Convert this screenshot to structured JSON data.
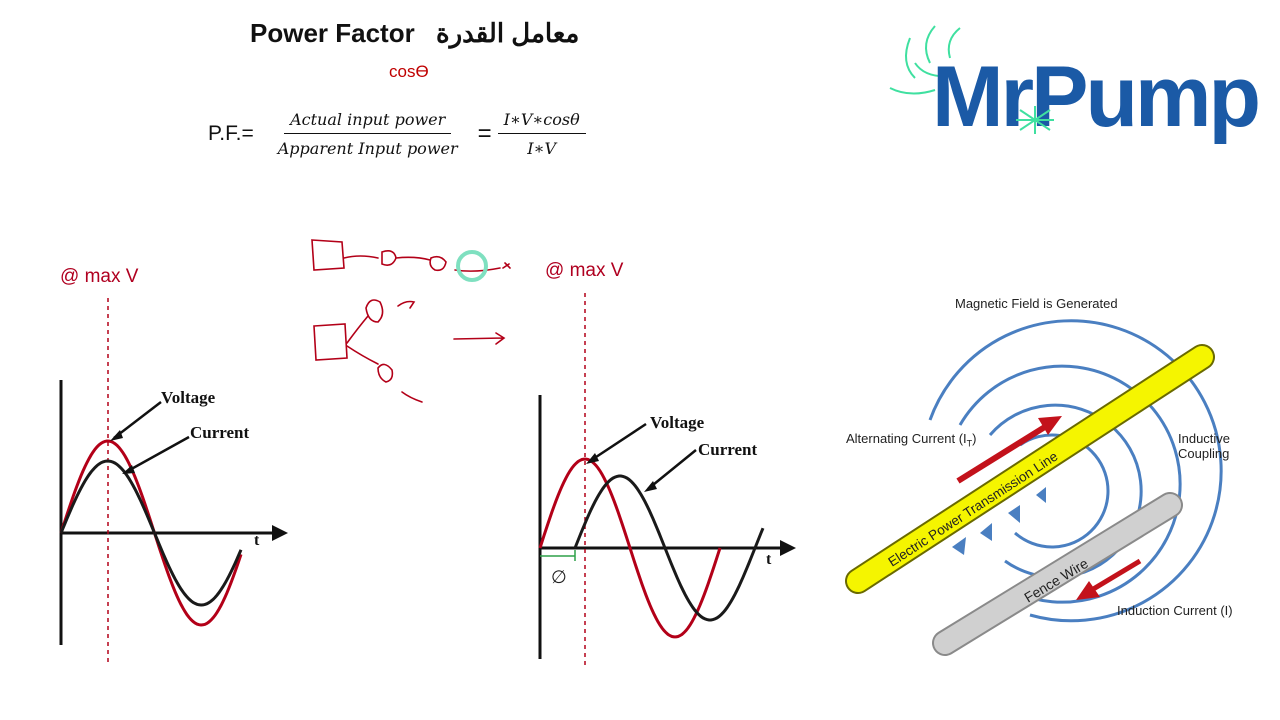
{
  "header": {
    "title_en": "Power Factor",
    "title_ar": "معامل القدرة",
    "subtitle": "cosϴ"
  },
  "formula": {
    "lhs": "P.F.=",
    "frac1_num": "Actual input power",
    "frac1_den": "Apparent Input power",
    "eq": "=",
    "frac2_num": "I∗V∗cosθ",
    "frac2_den": "I∗V"
  },
  "left_graph": {
    "marker": "@ max V",
    "voltage_label": "Voltage",
    "current_label": "Current",
    "t_label": "t"
  },
  "right_graph": {
    "marker": "@ max V",
    "voltage_label": "Voltage",
    "current_label": "Current",
    "t_label": "t",
    "phase_label": "∅"
  },
  "logo": {
    "text": "MrPump"
  },
  "induction": {
    "magnetic_field": "Magnetic Field is Generated",
    "alt_current": "Alternating Current (I",
    "alt_current_sub": "T",
    "alt_current_end": ")",
    "inductive_1": "Inductive",
    "inductive_2": "Coupling",
    "line_label": "Electric Power Transmission Line",
    "fence_label": "Fence Wire",
    "induction_current": "Induction Current (I)"
  },
  "colors": {
    "red": "#b30018",
    "dark": "#1a1a1a",
    "logo_blue": "#1b5aa6",
    "logo_green": "#3fe0a0",
    "field_blue": "#4a7fc1",
    "line_yellow": "#f5f500"
  }
}
